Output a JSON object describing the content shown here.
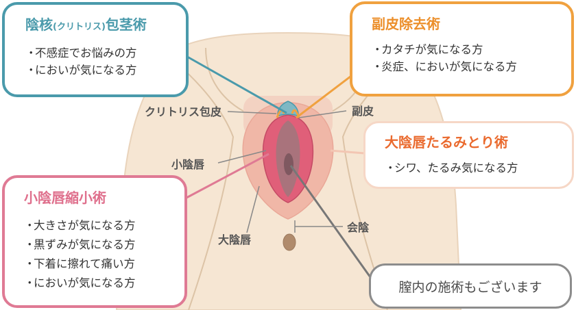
{
  "callouts": {
    "inkaku": {
      "title_main": "陰核",
      "title_small": "(クリトリス)",
      "title_tail": "包茎術",
      "items": [
        "不感症でお悩みの方",
        "においが気になる方"
      ]
    },
    "fukuhi": {
      "title": "副皮除去術",
      "items": [
        "カタチが気になる方",
        "炎症、においが気になる方"
      ]
    },
    "daiinshin": {
      "title": "大陰唇たるみとり術",
      "items": [
        "シワ、たるみ気になる方"
      ]
    },
    "shoinshin": {
      "title": "小陰唇縮小術",
      "items": [
        "大きさが気になる方",
        "黒ずみが気になる方",
        "下着に擦れて痛い方",
        "においが気になる方"
      ]
    },
    "chitsu": {
      "text": "膣内の施術もございます"
    }
  },
  "bullet": "・",
  "anatomy_labels": {
    "clitoral_hood": "クリトリス包皮",
    "fukuhi": "副皮",
    "labia_minora": "小陰唇",
    "labia_majora": "大陰唇",
    "perineum": "会陰"
  },
  "colors": {
    "teal": "#4a9aab",
    "orange": "#f0a13f",
    "peach": "#f6d7c6",
    "pink": "#df7a94",
    "gray": "#8c8c8c",
    "skin": "#f6e6d3"
  }
}
